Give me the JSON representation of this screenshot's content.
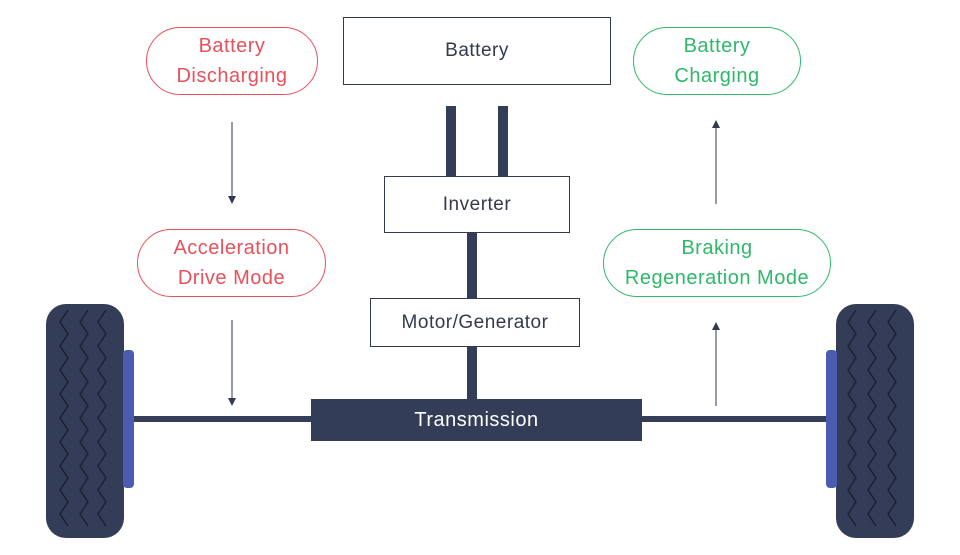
{
  "diagram": {
    "battery_label": "Battery",
    "inverter_label": "Inverter",
    "motor_label": "Motor/Generator",
    "transmission_label": "Transmission",
    "discharging": {
      "line1": "Battery",
      "line2": "Discharging"
    },
    "charging": {
      "line1": "Battery",
      "line2": "Charging"
    },
    "acceleration": {
      "line1": "Acceleration",
      "line2": "Drive Mode"
    },
    "braking": {
      "line1": "Braking",
      "line2": "Regeneration Mode"
    }
  },
  "colors": {
    "dark": "#333d58",
    "discharge_red": "#e8505b",
    "charge_green": "#2fb86a",
    "hub_blue": "#4a5cb0",
    "arrow": "#333a4d"
  }
}
